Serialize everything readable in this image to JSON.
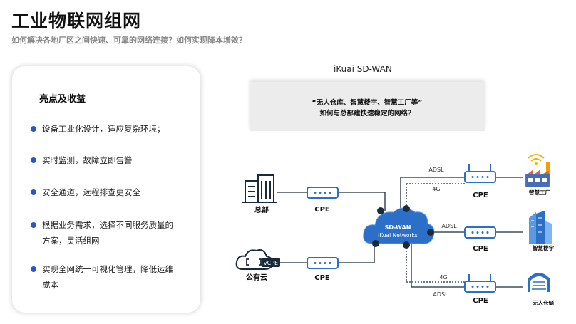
{
  "header": {
    "title": "工业物联网组网",
    "subtitle": "如何解决各地厂区之间快速、可靠的网络连接？如何实现降本增效？"
  },
  "benefits": {
    "title": "亮点及收益",
    "items": [
      {
        "line1": "设备工业化设计，适应复杂环境；",
        "line2": ""
      },
      {
        "line1": "实时监测，故障立即告警",
        "line2": ""
      },
      {
        "line1": "安全通道，远程排查更安全",
        "line2": ""
      },
      {
        "line1": "根据业务需求，选择不同服务质量的",
        "line2": "方案，灵活组网"
      },
      {
        "line1": "实现全网统一可视化管理，降低运维",
        "line2": "成本"
      }
    ]
  },
  "diagram": {
    "brand": "iKuai SD-WAN",
    "question_line1": "“无人仓库、智慧楼宇、智慧工厂等”",
    "question_line2": "如何与总部建快速稳定的网络？",
    "hq_label": "总部",
    "cloud_label": "公有云",
    "vcpe_label": "vCPE",
    "cpe_label": "CPE",
    "sdwan_line1": "SD-WAN",
    "sdwan_line2": "iKuai Networks",
    "adsl": "ADSL",
    "lte": "4G",
    "sites": [
      {
        "label": "智慧工厂"
      },
      {
        "label": "智慧楼宇"
      },
      {
        "label": "无人仓储"
      }
    ],
    "colors": {
      "accent_blue": "#2c6fc9",
      "light_blue": "#5a9ae0",
      "brand_red": "#d33333",
      "dark": "#1b2a3a"
    }
  }
}
